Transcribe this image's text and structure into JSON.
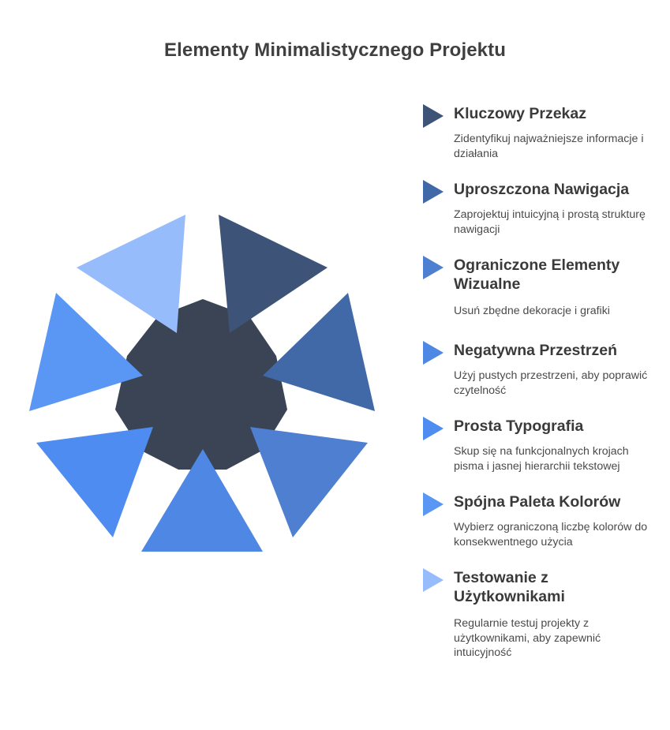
{
  "title": "Elementy Minimalistycznego Projektu",
  "colors": {
    "center": "#3b4454",
    "background": "#ffffff"
  },
  "items": [
    {
      "title": "Kluczowy Przekaz",
      "description": "Zidentyfikuj najważniejsze informacje i działania",
      "color": "#3e5378",
      "icon": "triangle-right-icon"
    },
    {
      "title": "Uproszczona Nawigacja",
      "description": "Zaprojektuj intuicyjną i prostą strukturę nawigacji",
      "color": "#4169a8",
      "icon": "triangle-right-icon"
    },
    {
      "title": "Ograniczone Elementy Wizualne",
      "description": "Usuń zbędne dekoracje i grafiki",
      "color": "#4e7fd0",
      "icon": "triangle-right-icon"
    },
    {
      "title": "Negatywna Przestrzeń",
      "description": "Użyj pustych przestrzeni, aby poprawić czytelność",
      "color": "#4f88e4",
      "icon": "triangle-right-icon"
    },
    {
      "title": "Prosta Typografia",
      "description": "Skup się na funkcjonalnych krojach pisma i jasnej hierarchii tekstowej",
      "color": "#4e8cf1",
      "icon": "triangle-right-icon"
    },
    {
      "title": "Spójna Paleta Kolorów",
      "description": "Wybierz ograniczoną liczbę kolorów do konsekwentnego użycia",
      "color": "#5a97f5",
      "icon": "triangle-right-icon"
    },
    {
      "title": "Testowanie z Użytkownikami",
      "description": "Regularnie testuj projekty z użytkownikami, aby zapewnić intuicyjność",
      "color": "#96bcfb",
      "icon": "triangle-right-icon"
    }
  ]
}
